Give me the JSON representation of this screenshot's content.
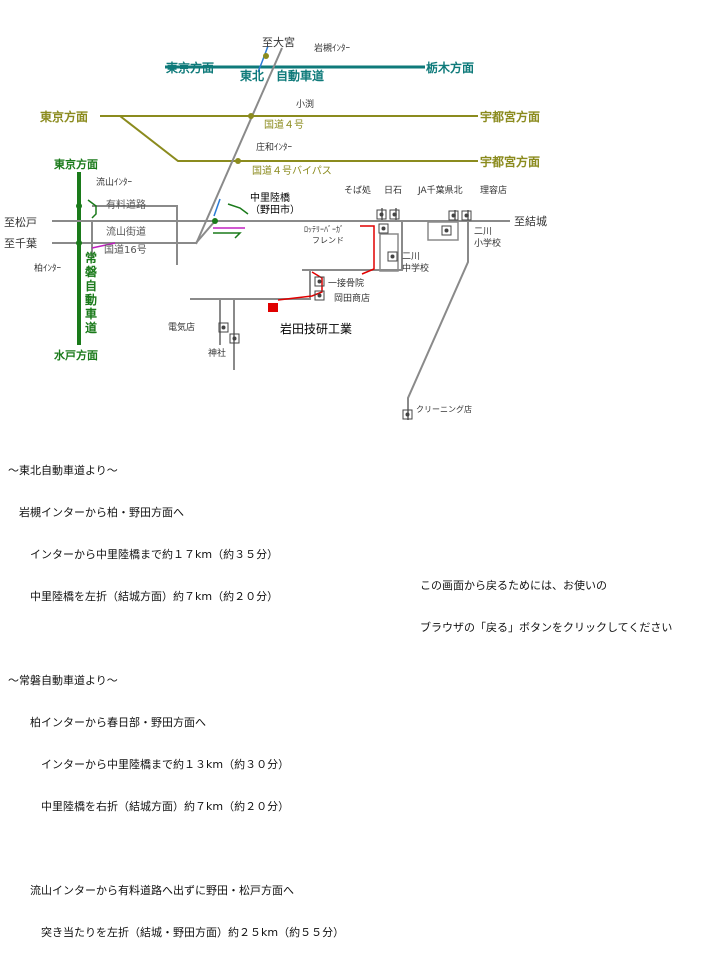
{
  "labels": {
    "to_omiya": "至大宮",
    "iwatsuki_ic": "岩槻ｲﾝﾀｰ",
    "tokyo_dir_top": "東京方面",
    "tohoku_expwy_a": "東北",
    "tohoku_expwy_b": "自動車道",
    "tochigi_dir": "栃木方面",
    "kobuchi": "小渕",
    "tokyo_dir_mid": "東京方面",
    "utsunomiya_dir_1": "宇都宮方面",
    "route4": "国道４号",
    "showa_ic": "庄和ｲﾝﾀｰ",
    "utsunomiya_dir_2": "宇都宮方面",
    "route4_bypass": "国道４号バイパス",
    "tokyo_dir_left": "東京方面",
    "nagareyama_ic": "流山ｲﾝﾀｰ",
    "toll_road": "有料道路",
    "nakanoriku_a": "中里陸橋",
    "nakanoriku_b": "（野田市）",
    "to_matsudo": "至松戸",
    "to_chiba": "至千葉",
    "nagareyama_kaido": "流山街道",
    "route16": "国道16号",
    "kashiwa_ic": "柏ｲﾝﾀｰ",
    "joban_1": "常",
    "joban_2": "磐",
    "joban_3": "自",
    "joban_4": "動",
    "joban_5": "車",
    "joban_6": "道",
    "mito_dir": "水戸方面",
    "soba": "そば処",
    "hiishi": "日石",
    "ja": "JA千葉県北",
    "barber": "理容店",
    "to_yuki": "至結城",
    "lotteria_a": "ﾛｯﾃﾘｰﾊﾞｰｶﾞ",
    "lotteria_b": "フレンド",
    "futakawa_jhs_a": "二川",
    "futakawa_jhs_b": "中学校",
    "futakawa_es_a": "二川",
    "futakawa_es_b": "小学校",
    "bonesetter": "一接骨院",
    "okada": "岡田商店",
    "denki": "電気店",
    "iwata": "岩田技研工業",
    "shrine": "神社",
    "cleaning": "クリーニング店"
  },
  "notes": [
    "～東北自動車道より～",
    "　岩槻インターから柏・野田方面へ",
    "　　インターから中里陸橋まで約１７km（約３５分）",
    "　　中里陸橋を左折（結城方面）約７km（約２０分）",
    "",
    "～常磐自動車道より～",
    "　　柏インターから春日部・野田方面へ",
    "　　　インターから中里陸橋まで約１３km（約３０分）",
    "　　　中里陸橋を右折（結城方面）約７km（約２０分）",
    "",
    "　　流山インターから有料道路へ出ずに野田・松戸方面へ",
    "　　　突き当たりを左折（結城・野田方面）約２５km（約５５分）"
  ],
  "back_notice": [
    "この画面から戻るためには、お使いの",
    "ブラウザの「戻る」ボタンをクリックしてください"
  ],
  "colors": {
    "teal": "#0e7a7a",
    "olive": "#8b8b1e",
    "green": "#1a7a1a",
    "gray": "#8a8a8a",
    "red": "#e00000",
    "purple": "#c020c0",
    "blue": "#2a7ad5"
  }
}
